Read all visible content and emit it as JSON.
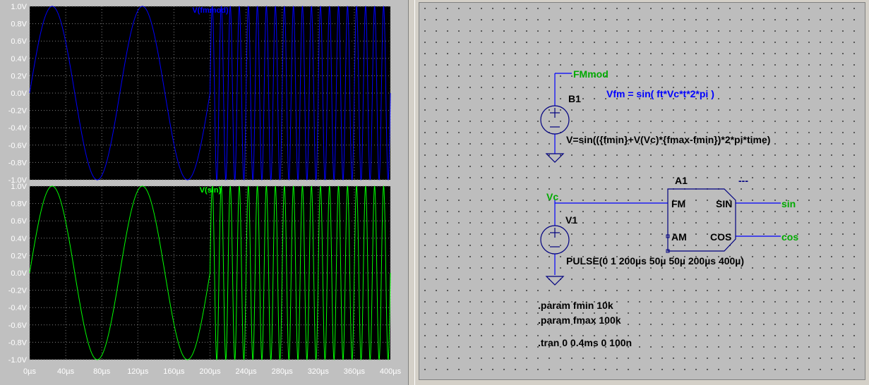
{
  "waveform_viewer": {
    "plots": [
      {
        "trace_label": "V(fmmod)",
        "trace_color": "#0000ff",
        "y_ticks": [
          "1.0V",
          "0.8V",
          "0.6V",
          "0.4V",
          "0.2V",
          "0.0V",
          "-0.2V",
          "-0.4V",
          "-0.6V",
          "-0.8V",
          "-1.0V"
        ],
        "y_range": [
          -1.0,
          1.0
        ]
      },
      {
        "trace_label": "V(sin)",
        "trace_color": "#00ff00",
        "y_ticks": [
          "1.0V",
          "0.8V",
          "0.6V",
          "0.4V",
          "0.2V",
          "0.0V",
          "-0.2V",
          "-0.4V",
          "-0.6V",
          "-0.8V",
          "-1.0V"
        ],
        "y_range": [
          -1.0,
          1.0
        ]
      }
    ],
    "x_ticks": [
      "0µs",
      "40µs",
      "80µs",
      "120µs",
      "160µs",
      "200µs",
      "240µs",
      "280µs",
      "320µs",
      "360µs",
      "400µs"
    ],
    "x_range_us": [
      0,
      400
    ],
    "signal": {
      "f_low_hz": 10000,
      "f_high_hz": 100000,
      "step_time_us": 200
    },
    "background_color": "#000000",
    "grid_color": "#808080"
  },
  "schematic": {
    "net_fmmod": "FMmod",
    "b1_name": "B1",
    "b1_expr": "V=sin(({fmin}+V(Vc)*{fmax-fmin})*2*pi*time)",
    "comment_vfm": "Vfm = sin( ft*Vc*t*2*pi )",
    "a1_name": "A1",
    "a1_value": "---",
    "net_vc": "Vc",
    "v1_name": "V1",
    "v1_value": "PULSE(0 1 200µs 50µ 50µ 200µs 400µ)",
    "pin_fm": "FM",
    "pin_am": "AM",
    "pin_sin": "SIN",
    "pin_cos": "COS",
    "net_sin": "sin",
    "net_cos": "cos",
    "directive_fmin": ".param fmin 10k",
    "directive_fmax": ".param fmax 100k",
    "directive_tran": ".tran 0 0.4ms 0 100n",
    "colors": {
      "wire": "#0000ff",
      "net_label": "#00aa00",
      "text": "#000000",
      "comment": "#0000ff"
    }
  }
}
